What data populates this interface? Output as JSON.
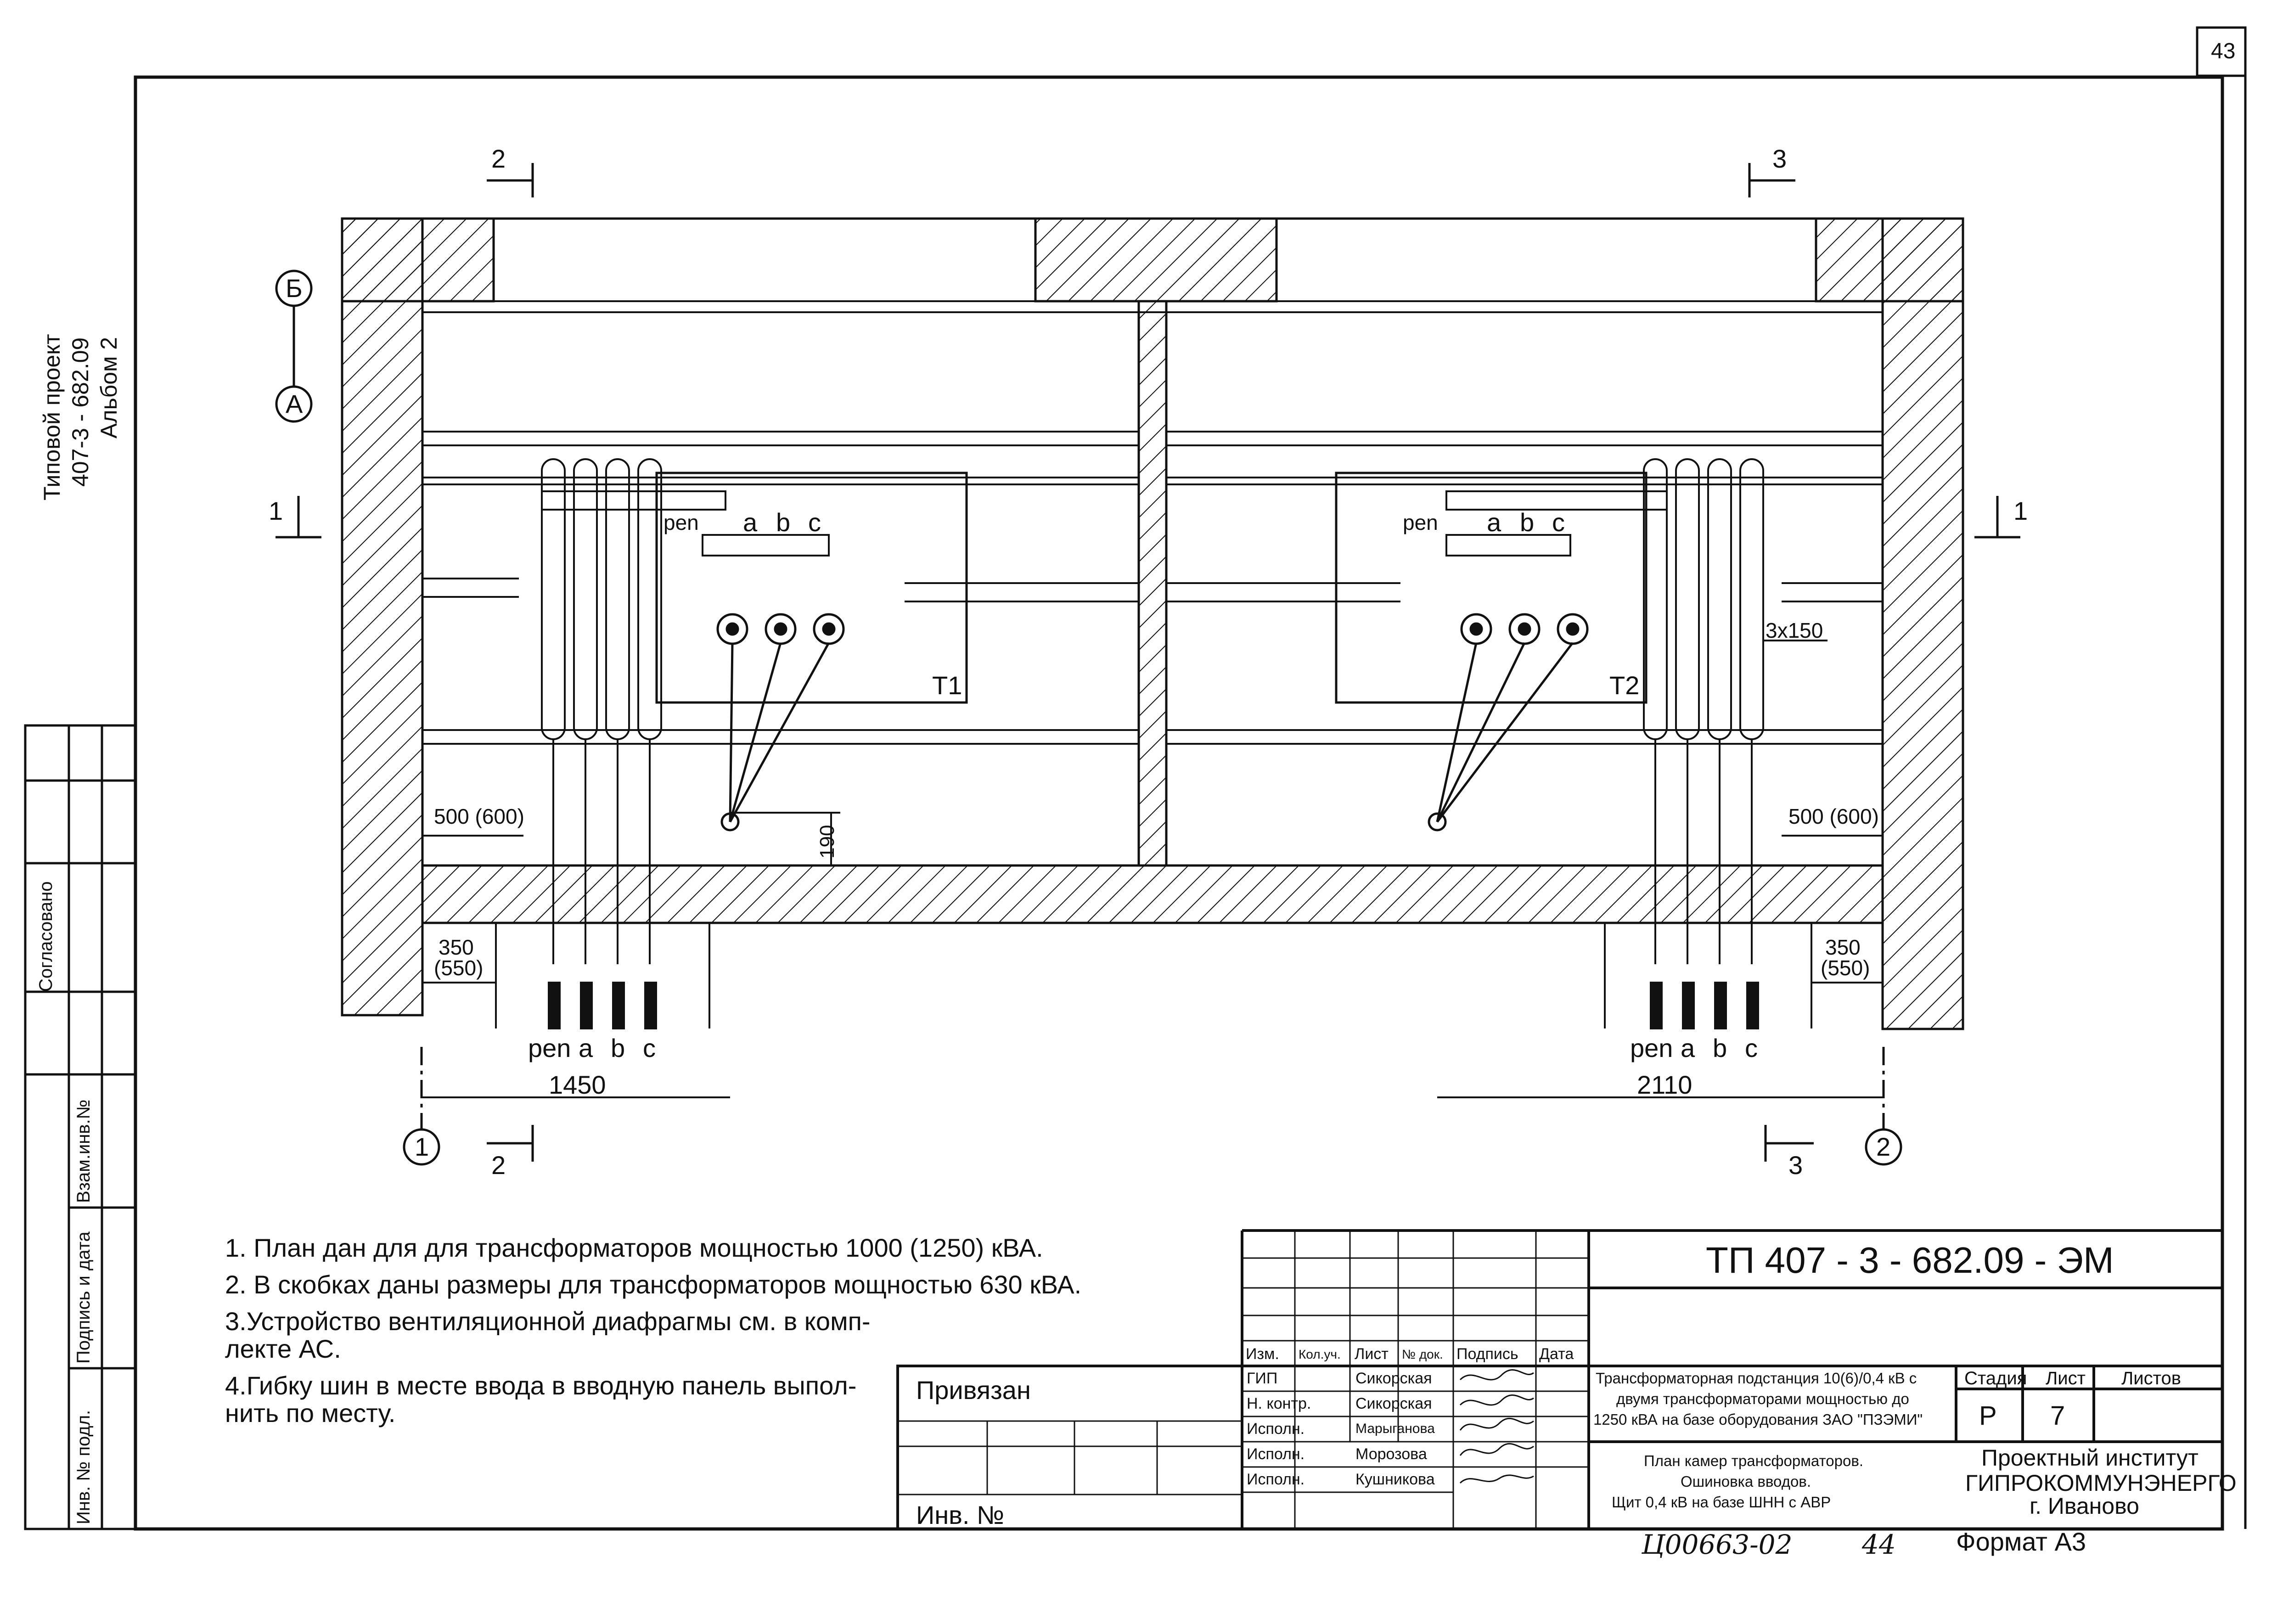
{
  "page_number": "43",
  "side_block": {
    "project_line1": "Типовой проект",
    "project_line2": "407-3 - 682.09",
    "project_line3": "Альбом 2",
    "agreed": "Согласовано",
    "vzam_inv": "Взам.инв.№",
    "signature_date": "Подпись и дата",
    "inv_podl": "Инв. № подл."
  },
  "plan": {
    "section_2": "2",
    "section_3": "3",
    "section_1": "1",
    "axis_b": "Б",
    "axis_a": "А",
    "axis_1": "1",
    "axis_2": "2",
    "bus_labels_top": [
      "pen",
      "a",
      "b",
      "c"
    ],
    "bus_labels_bottom": [
      "pen",
      "a",
      "b",
      "c"
    ],
    "transformer_1": "Т1",
    "transformer_2": "Т2",
    "dim_500_left": "500 (600)",
    "dim_500_right": "500 (600)",
    "dim_190": "190",
    "dim_350_left_a": "350",
    "dim_350_left_b": "(550)",
    "dim_350_right_a": "350",
    "dim_350_right_b": "(550)",
    "dim_1450": "1450",
    "dim_2110": "2110",
    "dim_3x150": "3x150"
  },
  "notes": [
    "1. План дан для  для трансформаторов мощностью 1000 (1250) кВА.",
    "2. В скобках даны размеры для трансформаторов мощностью 630 кВА.",
    "3.Устройство вентиляционной диафрагмы см. в комп-",
    "лекте АС.",
    "4.Гибку шин в месте ввода в вводную панель выпол-",
    "нить по месту."
  ],
  "title_block": {
    "privyazan": "Привязан",
    "inv_no": "Инв. №",
    "doc_code": "ТП  407 - 3 - 682.09 - ЭМ",
    "headers": [
      "Изм.",
      "Кол.уч.",
      "Лист",
      "№ док.",
      "Подпись",
      "Дата"
    ],
    "roles": [
      "ГИП",
      "Н. контр.",
      "Исполн.",
      "Исполн.",
      "Исполн."
    ],
    "names": [
      "Сикорская",
      "Сикорская",
      "Марыганова",
      "Морозова",
      "Кушникова"
    ],
    "description": [
      "Трансформаторная подстанция 10(6)/0,4 кВ с",
      "двумя трансформаторами мощностью до",
      "1250 кВА на базе оборудования ЗАО \"ПЗЭМИ\""
    ],
    "sheet_title": [
      "План камер трансформаторов.",
      "Ошиновка вводов.",
      "Щит 0,4 кВ на базе ШНН с АВР"
    ],
    "stage_label": "Стадия",
    "sheet_label": "Лист",
    "sheets_label": "Листов",
    "stage_value": "Р",
    "sheet_value": "7",
    "sheets_value": "",
    "institute": [
      "Проектный институт",
      "ГИПРОКОММУНЭНЕРГО",
      "г. Иваново"
    ],
    "handwritten_number": "Ц00663-02",
    "handwritten_page": "44",
    "format": "Формат А3"
  },
  "colors": {
    "ink": "#111111",
    "paper": "#ffffff"
  }
}
